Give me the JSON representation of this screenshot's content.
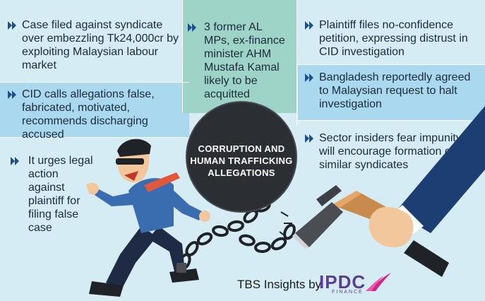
{
  "left_column": {
    "item1": "Case filed against syndicate over embezzling Tk24,000cr by exploiting Malaysian labour market",
    "item2": "CID calls allegations false, fabricated, motivated, recommends discharging accused",
    "item3": "It urges legal action against plaintiff for filing false case"
  },
  "center_column": {
    "item1": "3 former AL MPs, ex-finance minister AHM Mustafa Kamal likely to be acquitted"
  },
  "right_column": {
    "item1": "Plaintiff files no-confidence petition, expressing distrust in CID investigation",
    "item2": "Bangladesh reportedly agreed to Malaysian request to halt investigation",
    "item3": "Sector insiders fear impunity will encourage formation of similar syndicates"
  },
  "ball_title": {
    "line1": "CORRUPTION AND",
    "line2": "HUMAN TRAFFICKING",
    "line3": "ALLEGATIONS"
  },
  "credit": {
    "text": "TBS Insights by",
    "brand": "IPDC",
    "brand_sub": "FINANCE"
  },
  "colors": {
    "background": "#d6ecf5",
    "highlight_box": "#a9d8ef",
    "center_box": "#9ed3c7",
    "chevron": "#1c4f8c",
    "ball": "#2b2e33",
    "suit": "#3a6cb0",
    "brand_purple": "#5a3e8f",
    "brand_pink": "#d0248a"
  },
  "icons": [
    "chevron-bullet-icon",
    "running-thief-illustration",
    "ball-and-chain-illustration",
    "axe-illustration",
    "hand-illustration",
    "ipdc-logo"
  ]
}
